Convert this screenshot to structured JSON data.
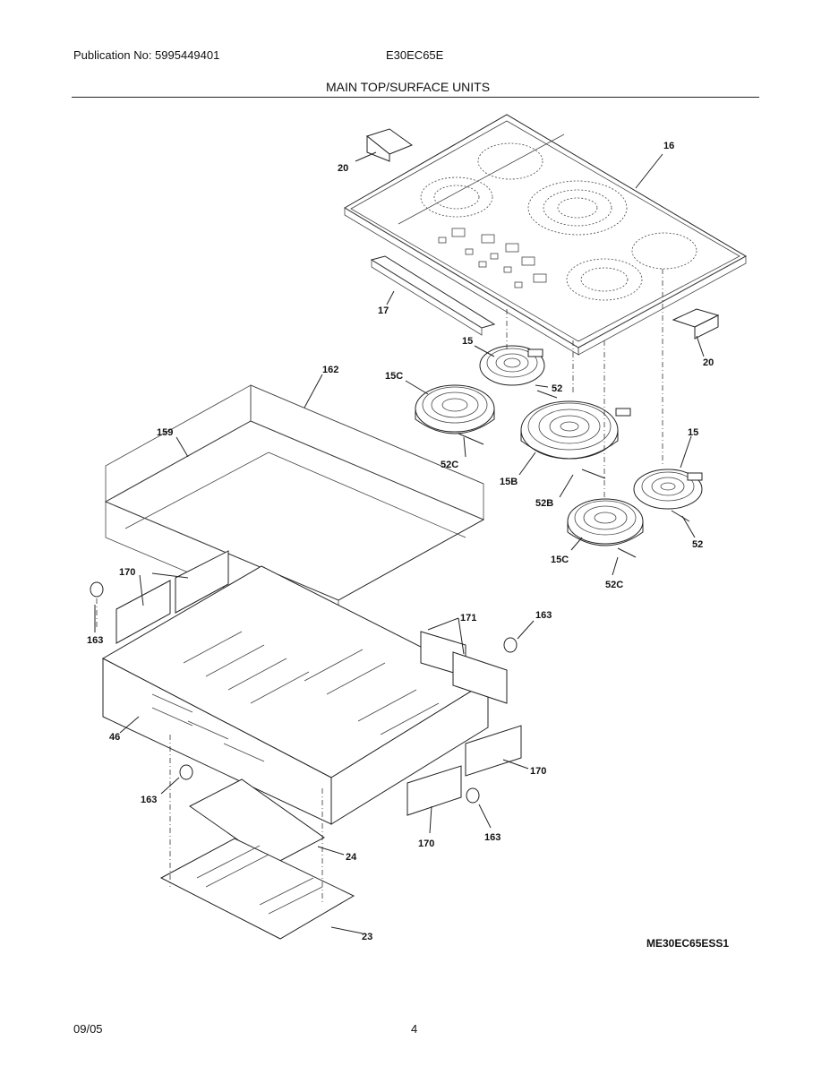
{
  "header": {
    "publication": "Publication No: 5995449401",
    "model": "E30EC65E",
    "section_title": "MAIN TOP/SURFACE UNITS"
  },
  "callouts": {
    "c16": "16",
    "c20a": "20",
    "c20b": "20",
    "c17": "17",
    "c15a": "15",
    "c15c_a": "15C",
    "c52a": "52",
    "c52c_a": "52C",
    "c15b": "15B",
    "c52b": "52B",
    "c15_b": "15",
    "c52_b": "52",
    "c15c_b": "15C",
    "c52c_b": "52C",
    "c162": "162",
    "c159": "159",
    "c170a": "170",
    "c163a": "163",
    "c171": "171",
    "c163b": "163",
    "c46": "46",
    "c163c": "163",
    "c170b": "170",
    "c170c": "170",
    "c163d": "163",
    "c24": "24",
    "c23": "23"
  },
  "figure_id": "ME30EC65ESS1",
  "footer": {
    "date": "09/05",
    "page": "4"
  }
}
